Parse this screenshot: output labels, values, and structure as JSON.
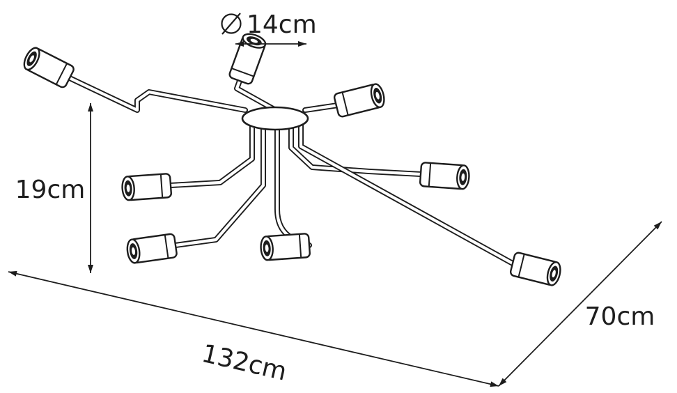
{
  "page": {
    "background": "#ffffff",
    "line_color": "#1d1d1d"
  },
  "drawing": {
    "subject": "eight-arm ceiling lamp technical line drawing",
    "socket_count": 8
  },
  "dimensions": {
    "diameter": {
      "symbol": "⌀",
      "value": "14cm"
    },
    "height": {
      "value": "19cm"
    },
    "width": {
      "value": "132cm"
    },
    "depth": {
      "value": "70cm"
    }
  }
}
